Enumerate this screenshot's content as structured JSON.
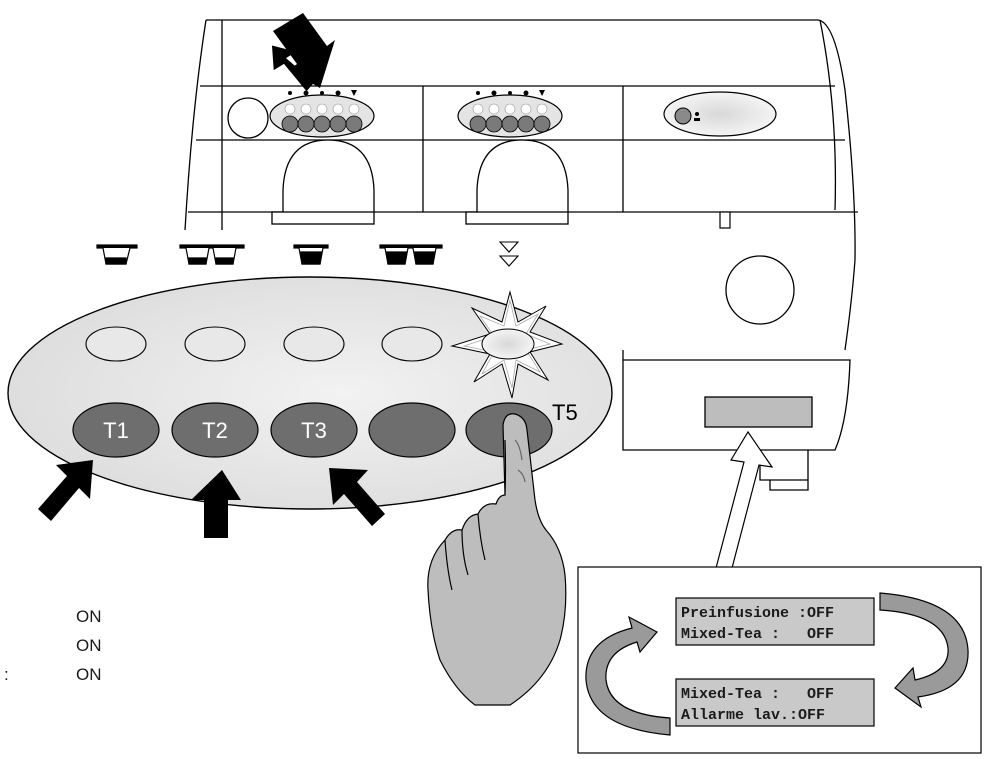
{
  "panel": {
    "buttons": [
      {
        "label": "T1"
      },
      {
        "label": "T2"
      },
      {
        "label": "T3"
      },
      {
        "label": ""
      },
      {
        "label": ""
      }
    ],
    "highlight_label": "T5",
    "cup_icons": [
      "single-cup-icon",
      "two-cups-icon",
      "large-cup-icon",
      "two-large-cups-icon",
      "continuous-dispense-icon"
    ]
  },
  "settings_list": [
    {
      "prefix": "",
      "value": "ON"
    },
    {
      "prefix": "",
      "value": "ON"
    },
    {
      "prefix": ":",
      "value": "ON"
    }
  ],
  "display": {
    "screen1": {
      "line1": "Preinfusione :OFF",
      "line2": "Mixed-Tea :   OFF"
    },
    "screen2": {
      "line1": "Mixed-Tea :   OFF",
      "line2": "Allarme lav.:OFF"
    }
  },
  "colors": {
    "button_dark": "#6e6e6e",
    "panel_fill": "#e9e9e9",
    "lcd_fill": "#c9c9c9",
    "hand_fill": "#bdbdbd"
  }
}
